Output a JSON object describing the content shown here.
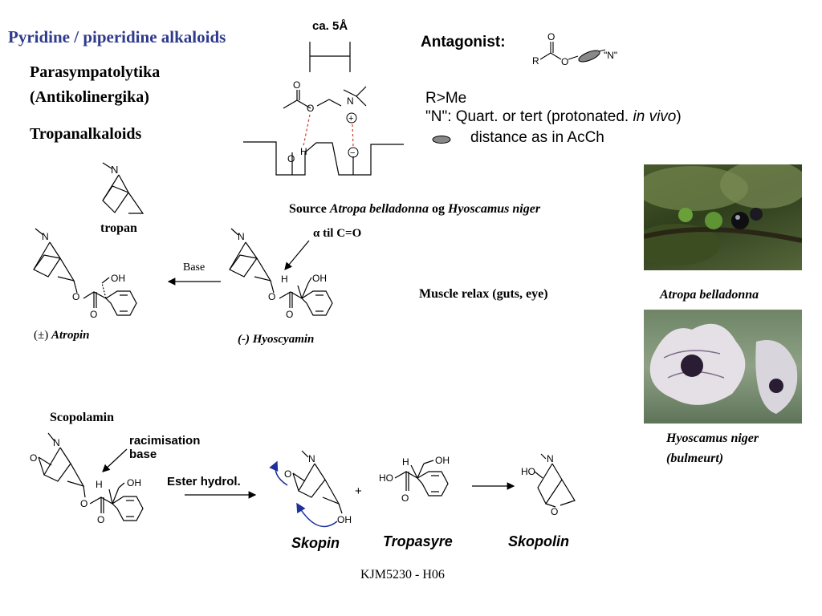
{
  "title": "Pyridine / piperidine alkaloids",
  "subtitle_line1": "Parasympatolytika",
  "subtitle_line2": "(Antikolinergika)",
  "section": "Tropanalkaloids",
  "distance_label": "ca. 5Å",
  "antagonist": {
    "label": "Antagonist:",
    "line1": "R>Me",
    "line2_pre": "\"N\": Quart. or  tert (protonated. ",
    "line2_em": "in vivo",
    "line2_post": ")",
    "line3": "distance as in AcCh"
  },
  "tropan_label": "tropan",
  "source": {
    "prefix": "Source ",
    "species1": "Atropa belladonna",
    "conj": " og ",
    "species2": "Hyoscamus niger"
  },
  "alpha_label": "α til C=O",
  "base_label": "Base",
  "atropin_label_prefix": "(±) ",
  "atropin_label": "Atropin",
  "hyoscyamin_label": "(-) Hyoscyamin",
  "muscle_relax": "Muscle relax (guts, eye)",
  "photo1_caption": "Atropa belladonna",
  "photo2_caption_line1": "Hyoscamus niger",
  "photo2_caption_line2": "(bulmeurt)",
  "scopolamin_label": "Scopolamin",
  "racemisation_line1": "racimisation",
  "racemisation_line2": "base",
  "ester_hydrol": "Ester hydrol.",
  "plus": "+",
  "skopin_label": "Skopin",
  "tropasyre_label": "Tropasyre",
  "skopolin_label": "Skopolin",
  "footer": "KJM5230 - H06",
  "atoms": {
    "N": "N",
    "O": "O",
    "OH": "OH",
    "HO": "HO",
    "H": "H",
    "R": "R",
    "Nq": "\"N\"",
    "plus_charge": "+",
    "minus_charge": "−"
  },
  "colors": {
    "title": "#2e3a8c",
    "arrow_blue": "#1e2f9e",
    "hbond_red": "#d23a2a"
  }
}
